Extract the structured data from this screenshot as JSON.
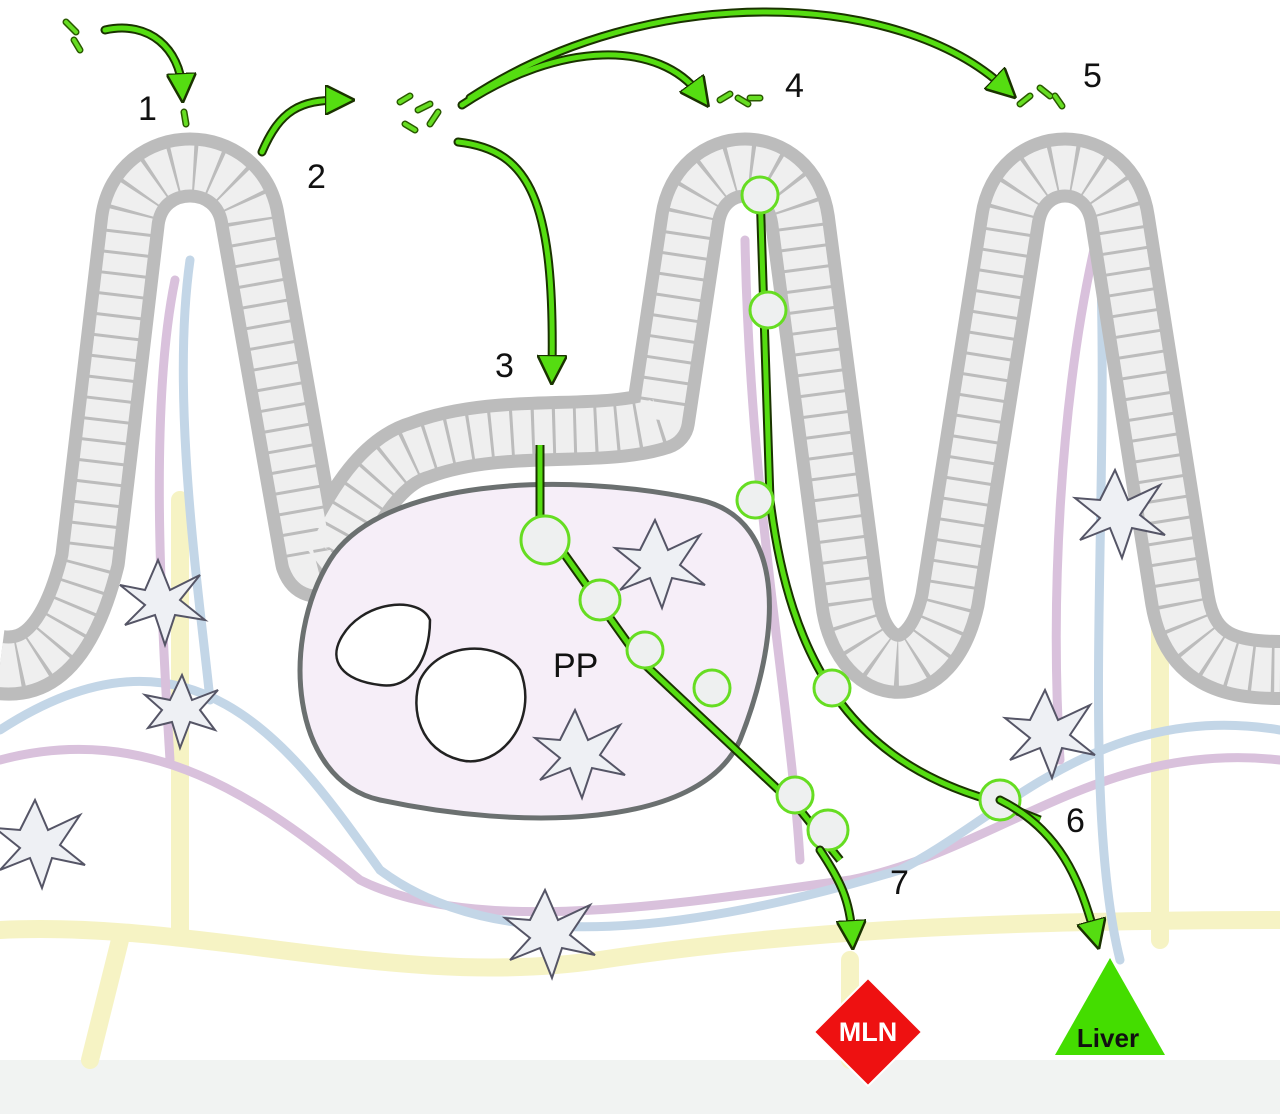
{
  "labels": {
    "step1": "1",
    "step2": "2",
    "step3": "3",
    "step4": "4",
    "step5": "5",
    "step6": "6",
    "step7": "7",
    "peyers_patch": "PP",
    "mesenteric_lymph_node": "MLN",
    "liver": "Liver"
  },
  "colors": {
    "bacteria": "#66dd22",
    "arrow": "#55dd11",
    "epithelium": "#888888",
    "pp_fill": "#f6eef8",
    "mln": "#ee1111",
    "liver": "#44dd00",
    "lymphatic": "#f4f0b8",
    "blood_blue": "#b8cde0",
    "blood_pink": "#d8b8d8"
  }
}
